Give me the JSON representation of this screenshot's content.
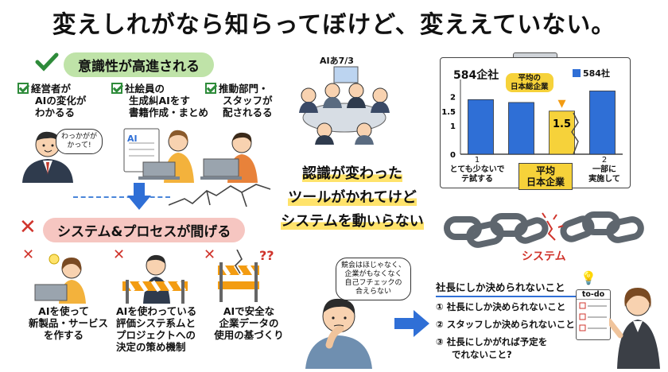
{
  "title": "変えしれがなら知らってぼけど、変ええていない。",
  "top_section": {
    "heading": "意識性が高進される",
    "items": [
      {
        "lines": [
          "経営者が",
          "AIの変化が",
          "わかるる"
        ]
      },
      {
        "lines": [
          "社絵員の",
          "生成糾AIをす",
          "書籍作成・まとめ"
        ]
      },
      {
        "lines": [
          "推動部門・",
          "スタッフが",
          "配されるる"
        ]
      }
    ],
    "manager_bubble": [
      "わっかがが",
      "かって!"
    ],
    "laptop_label": "AI"
  },
  "bottom_section": {
    "heading": "システム&プロセスが間げる",
    "items": [
      {
        "lines": [
          "AIを使って",
          "新製品・サービス",
          "を作する"
        ]
      },
      {
        "lines": [
          "AIを使わっている",
          "評価システ系ムと",
          "プロジェクトへの",
          "決定の策め機制"
        ]
      },
      {
        "lines": [
          "AIで安全な",
          "企業データの",
          "使用の基づくり"
        ]
      }
    ],
    "question_marks": "??"
  },
  "meeting_label": "AIあ7/3",
  "center_lines": [
    "認識が変わった",
    "ツールがかれてけど",
    "システムを動いらない"
  ],
  "chart_data": {
    "type": "bar",
    "title": "584企社",
    "legend": [
      {
        "name": "584社",
        "color": "#2f6fd6",
        "position": "top-right"
      }
    ],
    "yticks": [
      "2",
      "1.5",
      "1",
      "0"
    ],
    "categories": [
      "1",
      "",
      "平均",
      "2"
    ],
    "category_labels": [
      [
        "1",
        "とても少ないで",
        "テ試する"
      ],
      [],
      [
        "平均",
        "日本企業"
      ],
      [
        "2",
        "一部に",
        "実施して"
      ]
    ],
    "values": [
      1.9,
      1.8,
      1.5,
      2.2
    ],
    "colors": [
      "#2f6fd6",
      "#2f6fd6",
      "#f6d23a",
      "#2f6fd6"
    ],
    "highlight": {
      "label": [
        "平均の",
        "日本総企業"
      ],
      "value_label": "1.5"
    },
    "ylim": [
      0,
      2.6
    ],
    "grid": false
  },
  "chain_label": "システム",
  "thinker_bubble": [
    "競会はほじゃなく、",
    "企業がもなくなく",
    "自己フチェックの",
    "合えらない"
  ],
  "checklist": {
    "heading": "社長にしか決められないこと",
    "items": [
      {
        "num": "①",
        "text": "社長にしか決められないこと"
      },
      {
        "num": "②",
        "text": "スタッフしか決められないこと"
      },
      {
        "num": "③",
        "text": "社長にしかがれば予定を"
      },
      {
        "num": "",
        "text": "でれないこと?"
      }
    ],
    "todo_label": "to-do"
  },
  "colors": {
    "green": "#2e8b3a",
    "red": "#d0342c",
    "blue": "#2f6fd6",
    "yellow": "#f6d23a"
  }
}
